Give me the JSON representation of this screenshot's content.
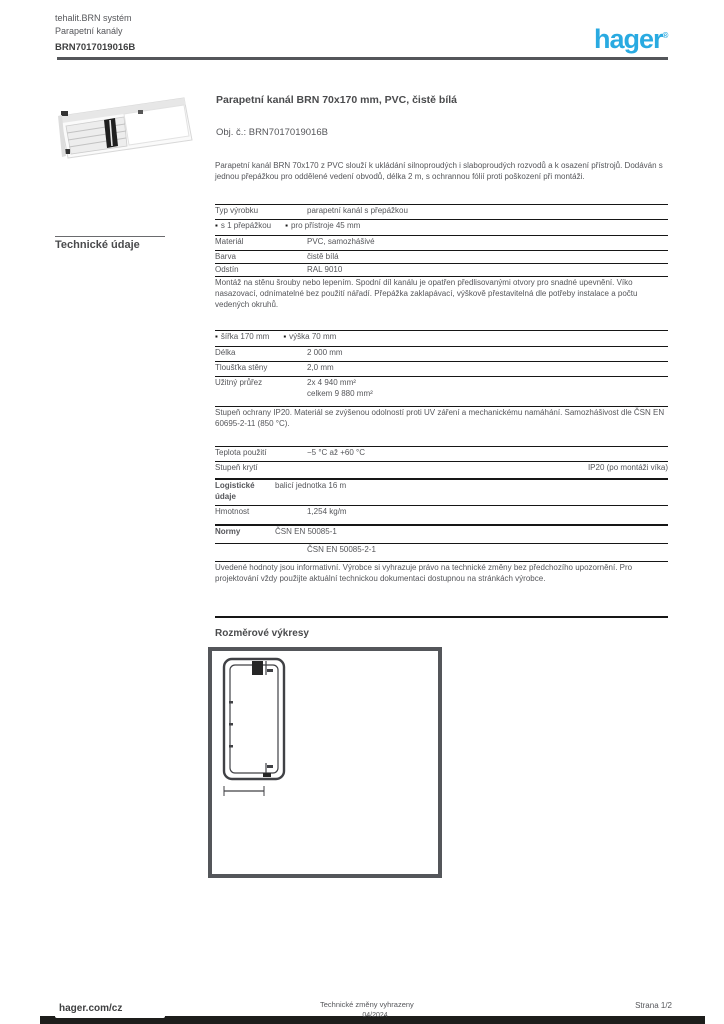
{
  "page": {
    "bg": "#ffffff",
    "accent_blue": "#29aae1",
    "text_gray": "#55565a",
    "line_black": "#161616",
    "footer_bar": "#1d1d1b"
  },
  "header": {
    "category_line1": "tehalit.BRN systém",
    "category_line2": "Parapetní kanály",
    "reference": "BRN7017019016B",
    "logo_text": "hager",
    "logo_registered": "®"
  },
  "product": {
    "title": "Parapetní kanál BRN 70x170 mm, PVC, čistě bílá",
    "subtitle": "Obj. č.: BRN7017019016B"
  },
  "sidebar": {
    "section_label": "Technické údaje"
  },
  "specs": {
    "rows": [
      {
        "type": "para",
        "text": "Parapetní kanál BRN 70x170 z PVC slouží k ukládání silnoproudých i slaboproudých rozvodů a k osazení přístrojů. Dodáván s jednou přepážkou pro oddělené vedení obvodů, délka 2 m, s ochrannou fólií proti poškození při montáži."
      },
      {
        "type": "kv",
        "label": "Typ výrobku",
        "value": "parapetní kanál s přepážkou"
      },
      {
        "type": "bullets",
        "items": [
          "s 1 přepážkou",
          "pro přístroje 45 mm"
        ]
      },
      {
        "type": "kv",
        "label": "Materiál",
        "value": "PVC, samozhášivé"
      },
      {
        "type": "kv",
        "label": "Barva",
        "value": "čistě bílá"
      },
      {
        "type": "kv",
        "label": "Odstín",
        "value": "RAL 9010"
      },
      {
        "type": "para",
        "text": "Montáž na stěnu šrouby nebo lepením. Spodní díl kanálu je opatřen předlisovanými otvory pro snadné upevnění. Víko nasazovací, odnímatelné bez použití nářadí. Přepážka zaklapávací, výškově přestavitelná dle potřeby instalace a počtu vedených okruhů."
      },
      {
        "type": "bullets",
        "items": [
          "šířka 170 mm",
          "výška 70 mm"
        ]
      },
      {
        "type": "kv",
        "label": "Délka",
        "value": "2 000 mm"
      },
      {
        "type": "kv",
        "label": "Tloušťka stěny",
        "value": "2,0 mm"
      },
      {
        "type": "kv2",
        "label": "Užitný průřez",
        "value": "2x 4 940 mm²",
        "value2": "celkem 9 880 mm²"
      },
      {
        "type": "para",
        "text": "Stupeň ochrany IP20. Materiál se zvýšenou odolností proti UV záření a mechanickému namáhání. Samozhášivost dle ČSN EN 60695-2-11 (850 °C)."
      },
      {
        "type": "kv",
        "label": "Teplota použití",
        "value": "−5 °C až +60 °C"
      },
      {
        "type": "kvright",
        "label": "Stupeň krytí",
        "value": "IP20 (po montáži víka)"
      },
      {
        "type": "kvsec",
        "label": "Logistické údaje",
        "value": "balicí jednotka 16 m"
      },
      {
        "type": "kv",
        "label": "Hmotnost",
        "value": "1,254 kg/m"
      },
      {
        "type": "kvsec2",
        "label": "Normy",
        "value": "ČSN EN 50085-1"
      },
      {
        "type": "kv",
        "label": "",
        "value": "ČSN EN 50085-2-1"
      },
      {
        "type": "para",
        "text": "Uvedené hodnoty jsou informativní. Výrobce si vyhrazuje právo na technické změny bez předchozího upozornění. Pro projektování vždy použijte aktuální technickou dokumentaci dostupnou na stránkách výrobce."
      }
    ]
  },
  "drawings": {
    "heading": "Rozměrové výkresy"
  },
  "footer": {
    "link": "hager.com/cz",
    "note_line1": "Technické změny vyhrazeny",
    "note_line2": "04/2024",
    "page_indicator": "Strana 1/2"
  }
}
